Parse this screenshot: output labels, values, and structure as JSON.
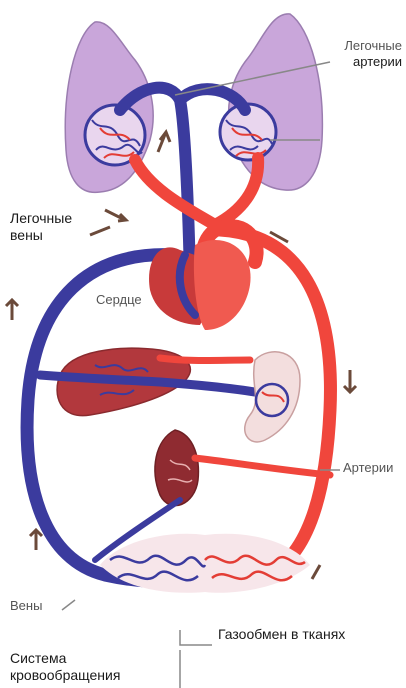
{
  "labels": {
    "pulmonary_arteries": [
      "Легочные",
      "артерии"
    ],
    "pulmonary_veins": [
      "Легочные",
      "вены"
    ],
    "heart": "Сердце",
    "arteries": "Артерии",
    "veins": "Вены",
    "gas_exchange": "Газообмен в тканях",
    "system": [
      "Система",
      "кровообращения"
    ]
  },
  "colors": {
    "artery": "#f0463c",
    "vein": "#3b3b9e",
    "lung": "#c8a4d8",
    "organ": "#a8343a",
    "arrow": "#6b4a3a"
  }
}
